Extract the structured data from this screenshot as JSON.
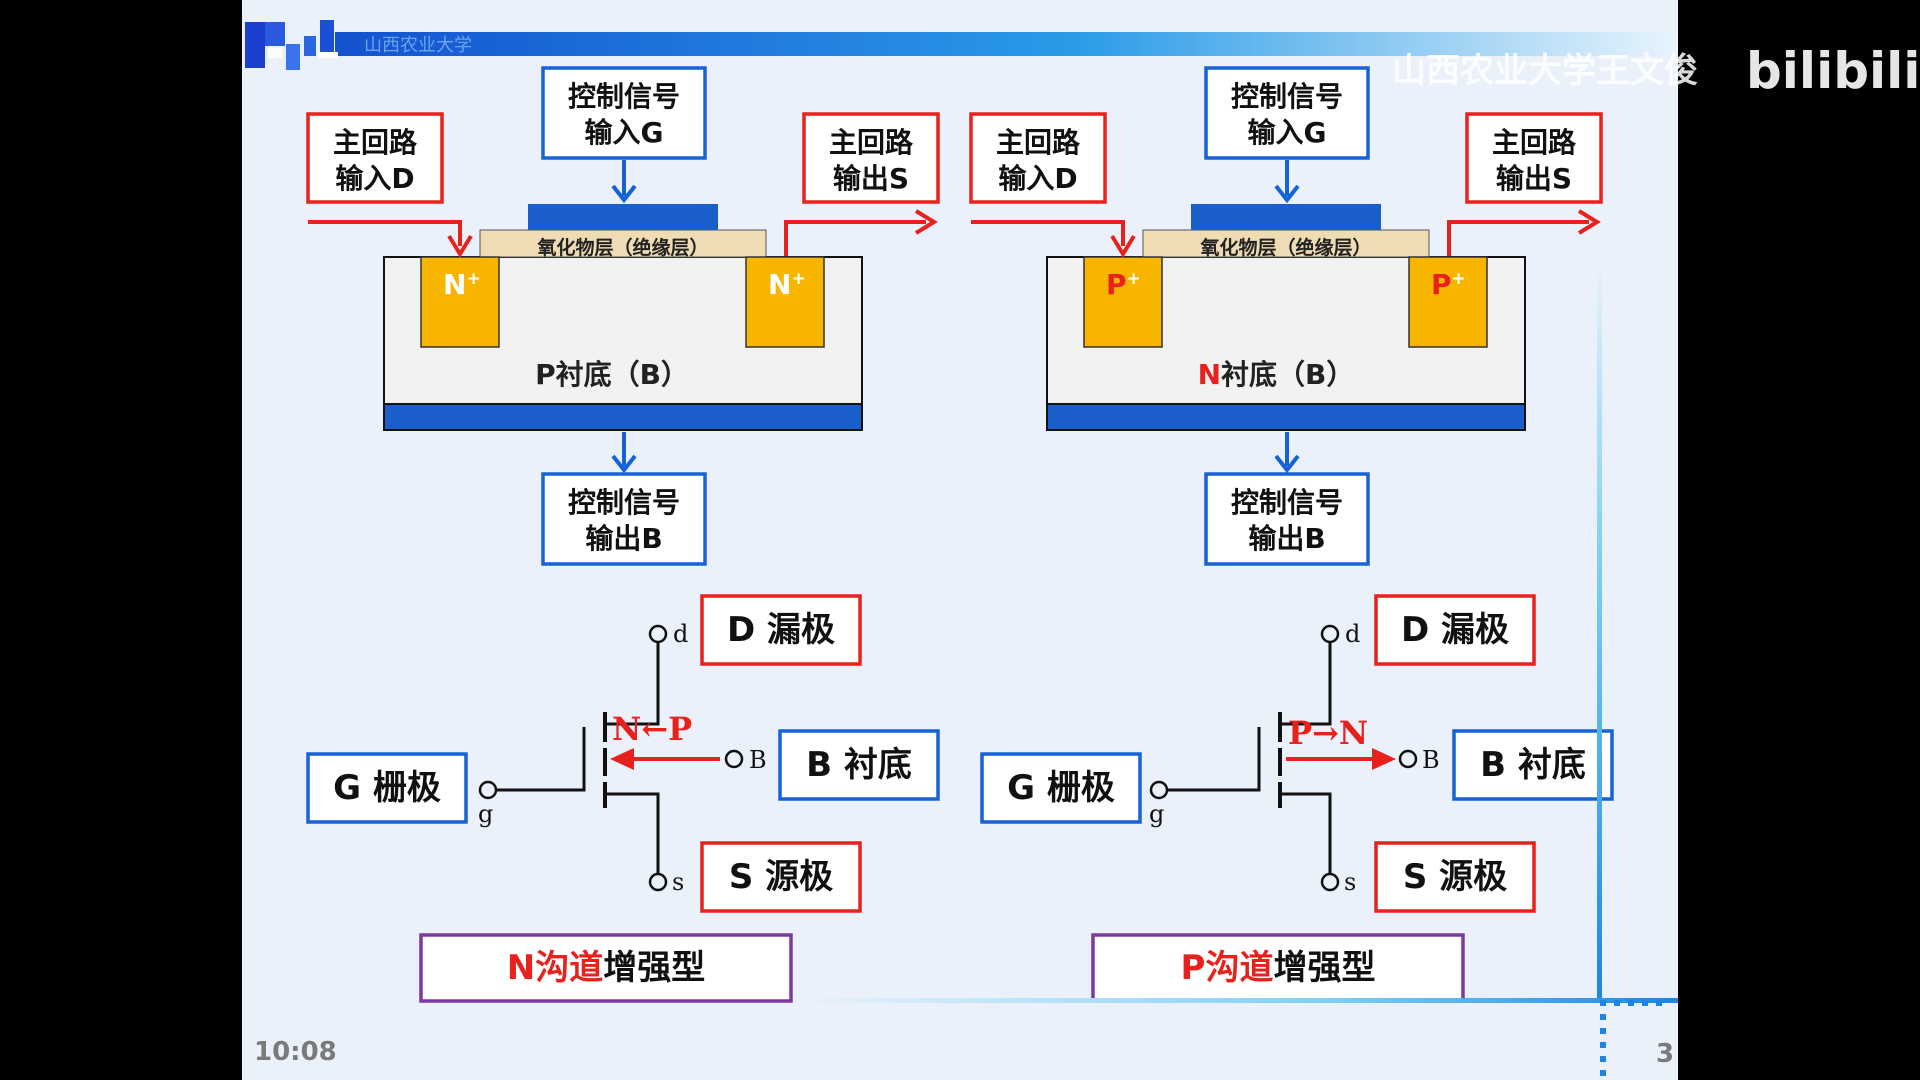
{
  "header": {
    "school": "山西农业大学"
  },
  "watermark": {
    "text": "山西农业大学王文俊",
    "logo": "bilibili"
  },
  "footer": {
    "time": "10:08",
    "page_number": "3"
  },
  "colors": {
    "slide_bg": "#eaf1fb",
    "box_blue": "#1663d6",
    "box_red": "#e8211c",
    "box_purple": "#7b3aa2",
    "diffusion": "#f7b500",
    "oxide": "#f0dcb4",
    "metal": "#1a5ec9",
    "arrow_red": "#e8211c",
    "arrow_blue": "#1663d6"
  },
  "left_device": {
    "main_in": [
      "主回路",
      "输入D"
    ],
    "gate_in": [
      "控制信号",
      "输入G"
    ],
    "main_out": [
      "主回路",
      "输出S"
    ],
    "oxide_label": "氧化物层（绝缘层）",
    "region": "N",
    "region_sup": "+",
    "substrate_type": "P",
    "substrate_rest": "衬底（B）",
    "sub_out": [
      "控制信号",
      "输出B"
    ]
  },
  "right_device": {
    "main_in": [
      "主回路",
      "输入D"
    ],
    "gate_in": [
      "控制信号",
      "输入G"
    ],
    "main_out": [
      "主回路",
      "输出S"
    ],
    "oxide_label": "氧化物层（绝缘层）",
    "region": "P",
    "region_sup": "+",
    "substrate_type": "N",
    "substrate_rest": "衬底（B）",
    "sub_out": [
      "控制信号",
      "输出B"
    ]
  },
  "left_symbol": {
    "drain_label": "D 漏极",
    "substrate_label": "B 衬底",
    "gate_label": "G 栅极",
    "source_label": "S 源极",
    "pin_d": "d",
    "pin_b": "B",
    "pin_g": "g",
    "pin_s": "s",
    "arrow_text": "N←P",
    "type_colored": "N沟道",
    "type_rest": "增强型"
  },
  "right_symbol": {
    "drain_label": "D 漏极",
    "substrate_label": "B 衬底",
    "gate_label": "G 栅极",
    "source_label": "S 源极",
    "pin_d": "d",
    "pin_b": "B",
    "pin_g": "g",
    "pin_s": "s",
    "arrow_text": "P→N",
    "type_colored": "P沟道",
    "type_rest": "增强型"
  }
}
